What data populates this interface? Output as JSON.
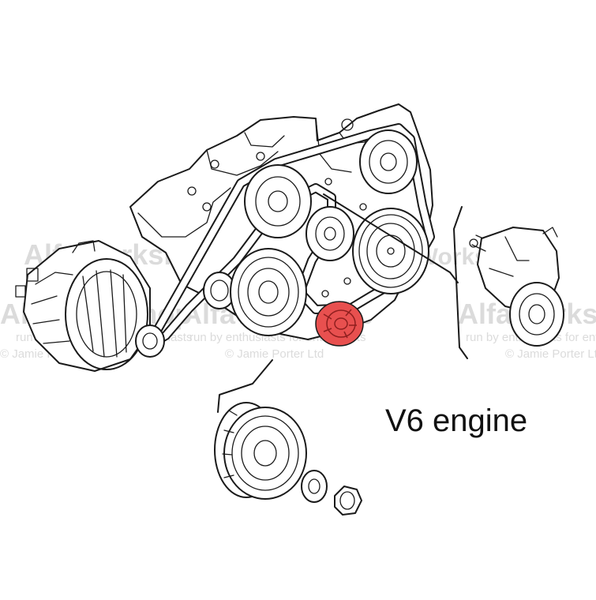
{
  "diagram": {
    "title": "V6 engine",
    "highlight_color": "#e8504f",
    "line_color": "#1a1a1a",
    "watermark": {
      "brand": "AlfaWorkshop",
      "tagline": "run by enthusiasts for enthusiasts",
      "copyright": "© Jamie Porter Ltd",
      "color": "#d8d8d8"
    },
    "parts": [
      "alternator",
      "engine-block",
      "accessory-belt",
      "water-pump-pulley",
      "ac-compressor-pulley",
      "power-steering-pulley",
      "idler-pulley",
      "tensioner-assembly",
      "highlighted-idler-pulley",
      "crankshaft-pulley",
      "washer",
      "nut"
    ]
  }
}
